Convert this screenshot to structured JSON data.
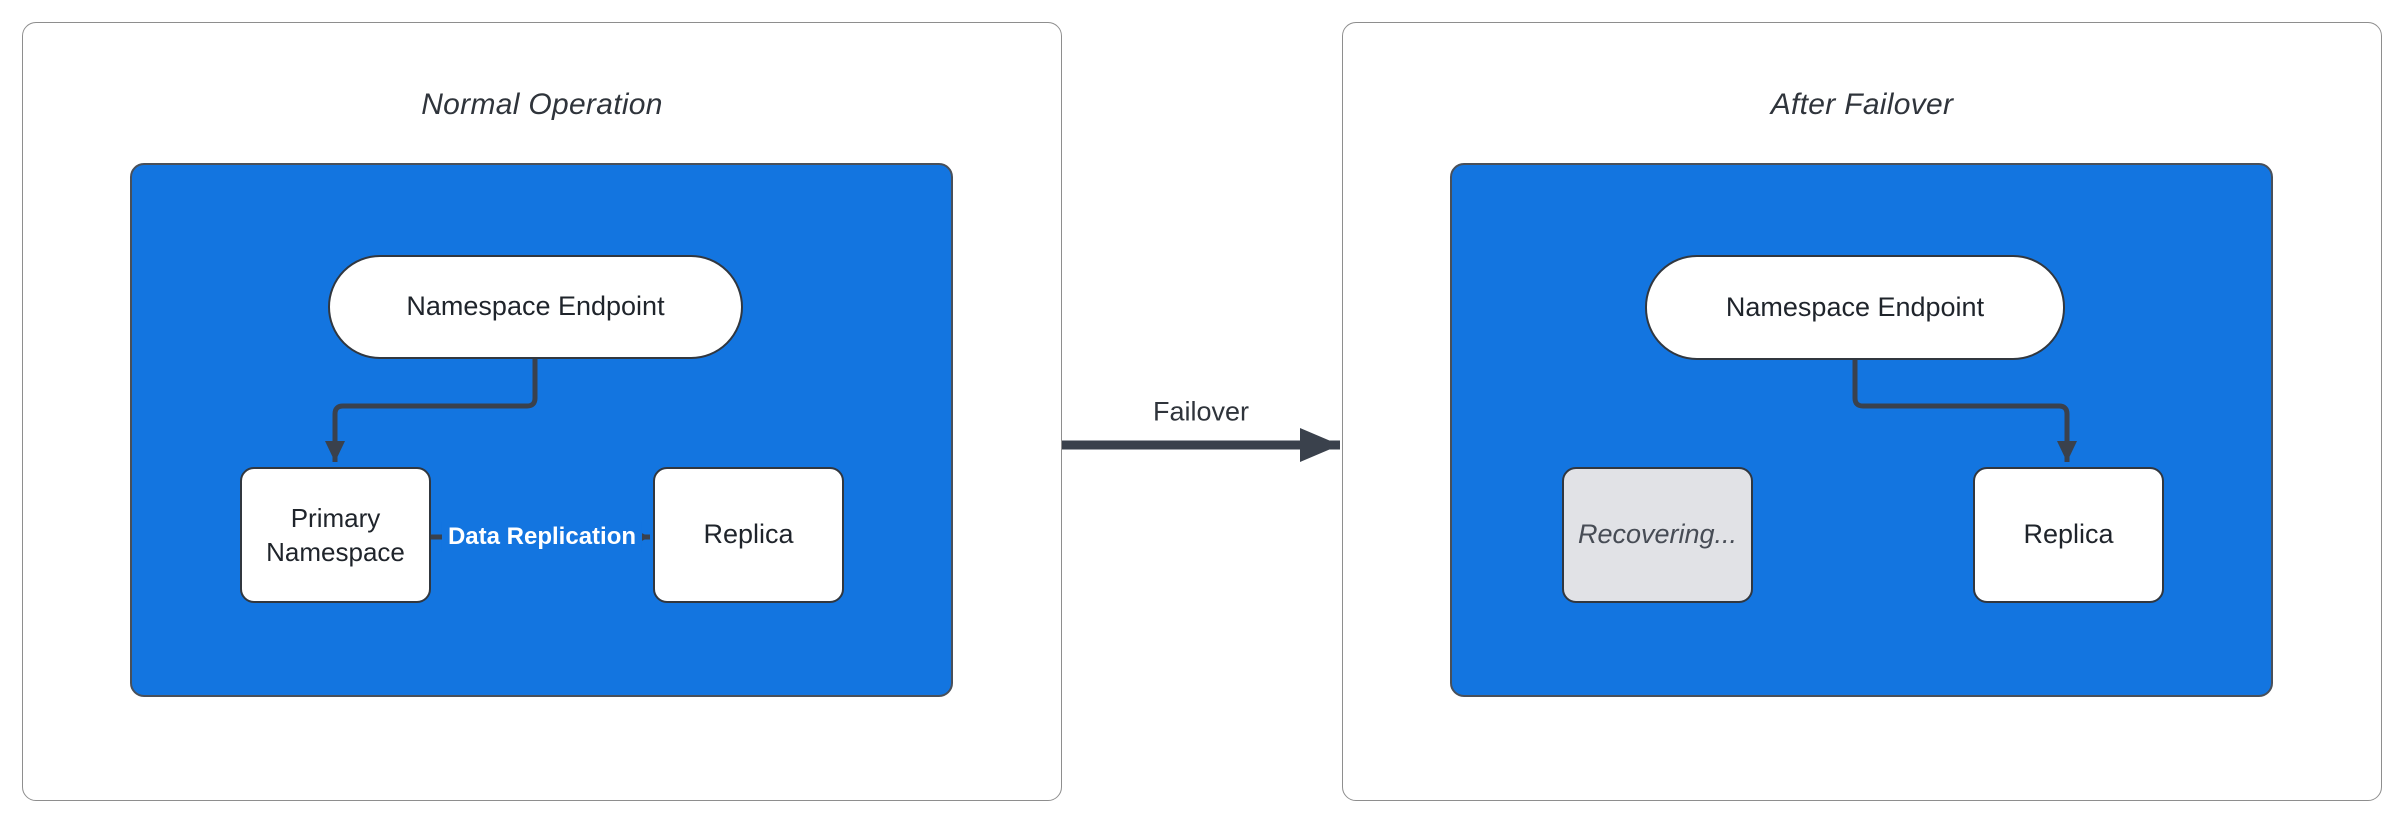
{
  "colors": {
    "canvas": "#FFFFFF",
    "panel-border": "#8E8E8E",
    "container-fill": "#1375E0",
    "container-border": "#49505A",
    "node-fill": "#FFFFFF",
    "node-border": "#31373F",
    "node-text": "#1F242B",
    "connector": "#3A414C",
    "title-text": "#2F343B",
    "edge-label-text": "#FFFFFF",
    "recovering-fill": "#E1E2E6",
    "recovering-text": "#474C55"
  },
  "left_panel": {
    "title": "Normal Operation",
    "endpoint": "Namespace Endpoint",
    "primary": "Primary Namespace",
    "replica": "Replica",
    "replication_label": "Data Replication"
  },
  "failover": {
    "label": "Failover"
  },
  "right_panel": {
    "title": "After Failover",
    "endpoint": "Namespace Endpoint",
    "recovering": "Recovering...",
    "replica": "Replica"
  }
}
